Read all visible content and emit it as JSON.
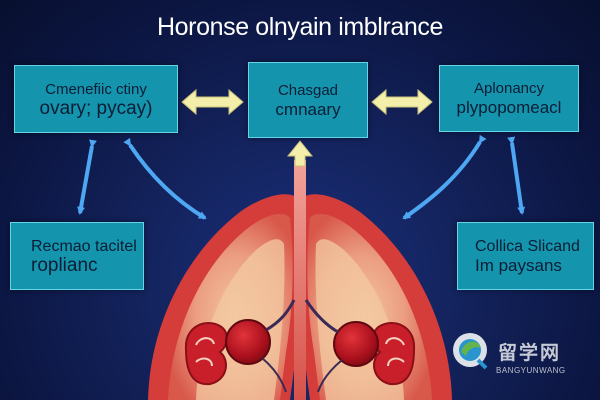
{
  "title": "Horonse olnyain imblrance",
  "boxes": {
    "top_left": {
      "line1": "Cmenefiic ctiny",
      "line2": "ovary; pycay)"
    },
    "top_center": {
      "line1": "Chasgad",
      "line2": "cmnaary"
    },
    "top_right": {
      "line1": "Aplonancy",
      "line2": "plypopomeacl"
    },
    "bottom_left": {
      "line1": "Recmao tacitel",
      "line2": "roplianc"
    },
    "bottom_right": {
      "line1": "Collica Slicand",
      "line2": "Im paysans"
    }
  },
  "watermark": {
    "text": "留学网",
    "sub": "BANGYUNWANG"
  },
  "colors": {
    "box_fill": "#1495ad",
    "arrow_yellow": "#f3efaa",
    "arrow_blue": "#4ea7f2",
    "organ_red": "#e0453f"
  }
}
